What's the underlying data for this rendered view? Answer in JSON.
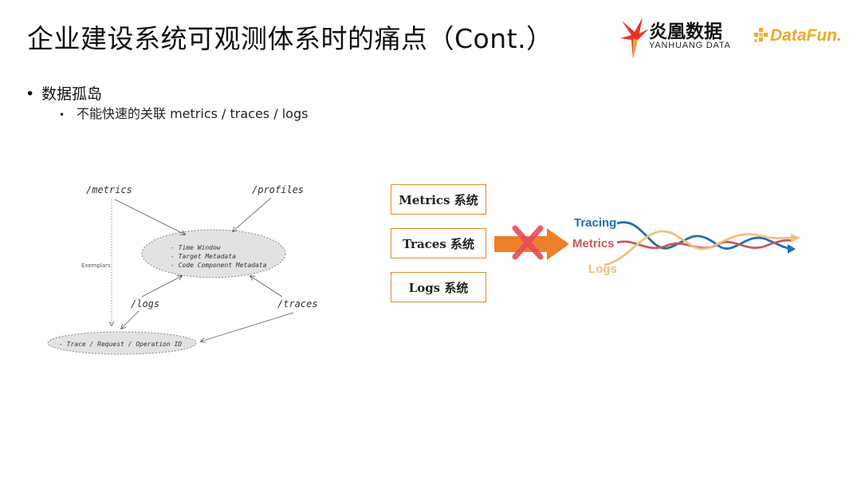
{
  "title": "企业建设系统可观测体系时的痛点（Cont.）",
  "logos": {
    "yanhuang_cn": "炎凰数据",
    "yanhuang_en": "YANHUANG DATA",
    "datafun": "DataFun."
  },
  "bullets": {
    "level1": "数据孤岛",
    "level2": "不能快速的关联 metrics / traces / logs",
    "dot": "•"
  },
  "diagram": {
    "metrics": "/metrics",
    "profiles": "/profiles",
    "logs": "/logs",
    "traces": "/traces",
    "exemplars": "Exemplars",
    "ellipse_lines": [
      "- Time Window",
      "- Target Metadata",
      "- Code Component Metadata"
    ],
    "bottom_line": "- Trace / Request / Operation ID"
  },
  "systems": [
    "Metrics 系统",
    "Traces 系统",
    "Logs 系统"
  ],
  "flow": {
    "tracing": "Tracing",
    "metrics": "Metrics",
    "logs": "Logs",
    "colors": {
      "tracing": "#1f6fb2",
      "metrics": "#c85a5a",
      "logs": "#f0c080",
      "arrow": "#ef7f2a",
      "cross": "#e94a5a"
    }
  }
}
